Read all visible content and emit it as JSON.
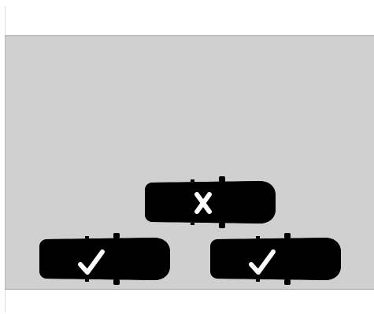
{
  "colors": {
    "background": "#ffffff",
    "road": "#d0d0d0",
    "road_edge": "#9a9a9a",
    "incorrect": "#ee2a2a",
    "incorrect_dark": "#b81414",
    "correct": "#66b83a",
    "correct_dark": "#3d7d1e",
    "mark": "#ffffff"
  },
  "cars": [
    {
      "role": "incorrect",
      "status": "incorrect",
      "icon": "cross-icon"
    },
    {
      "role": "correct-left",
      "status": "correct",
      "icon": "check-icon"
    },
    {
      "role": "correct-right",
      "status": "correct",
      "icon": "check-icon"
    }
  ]
}
